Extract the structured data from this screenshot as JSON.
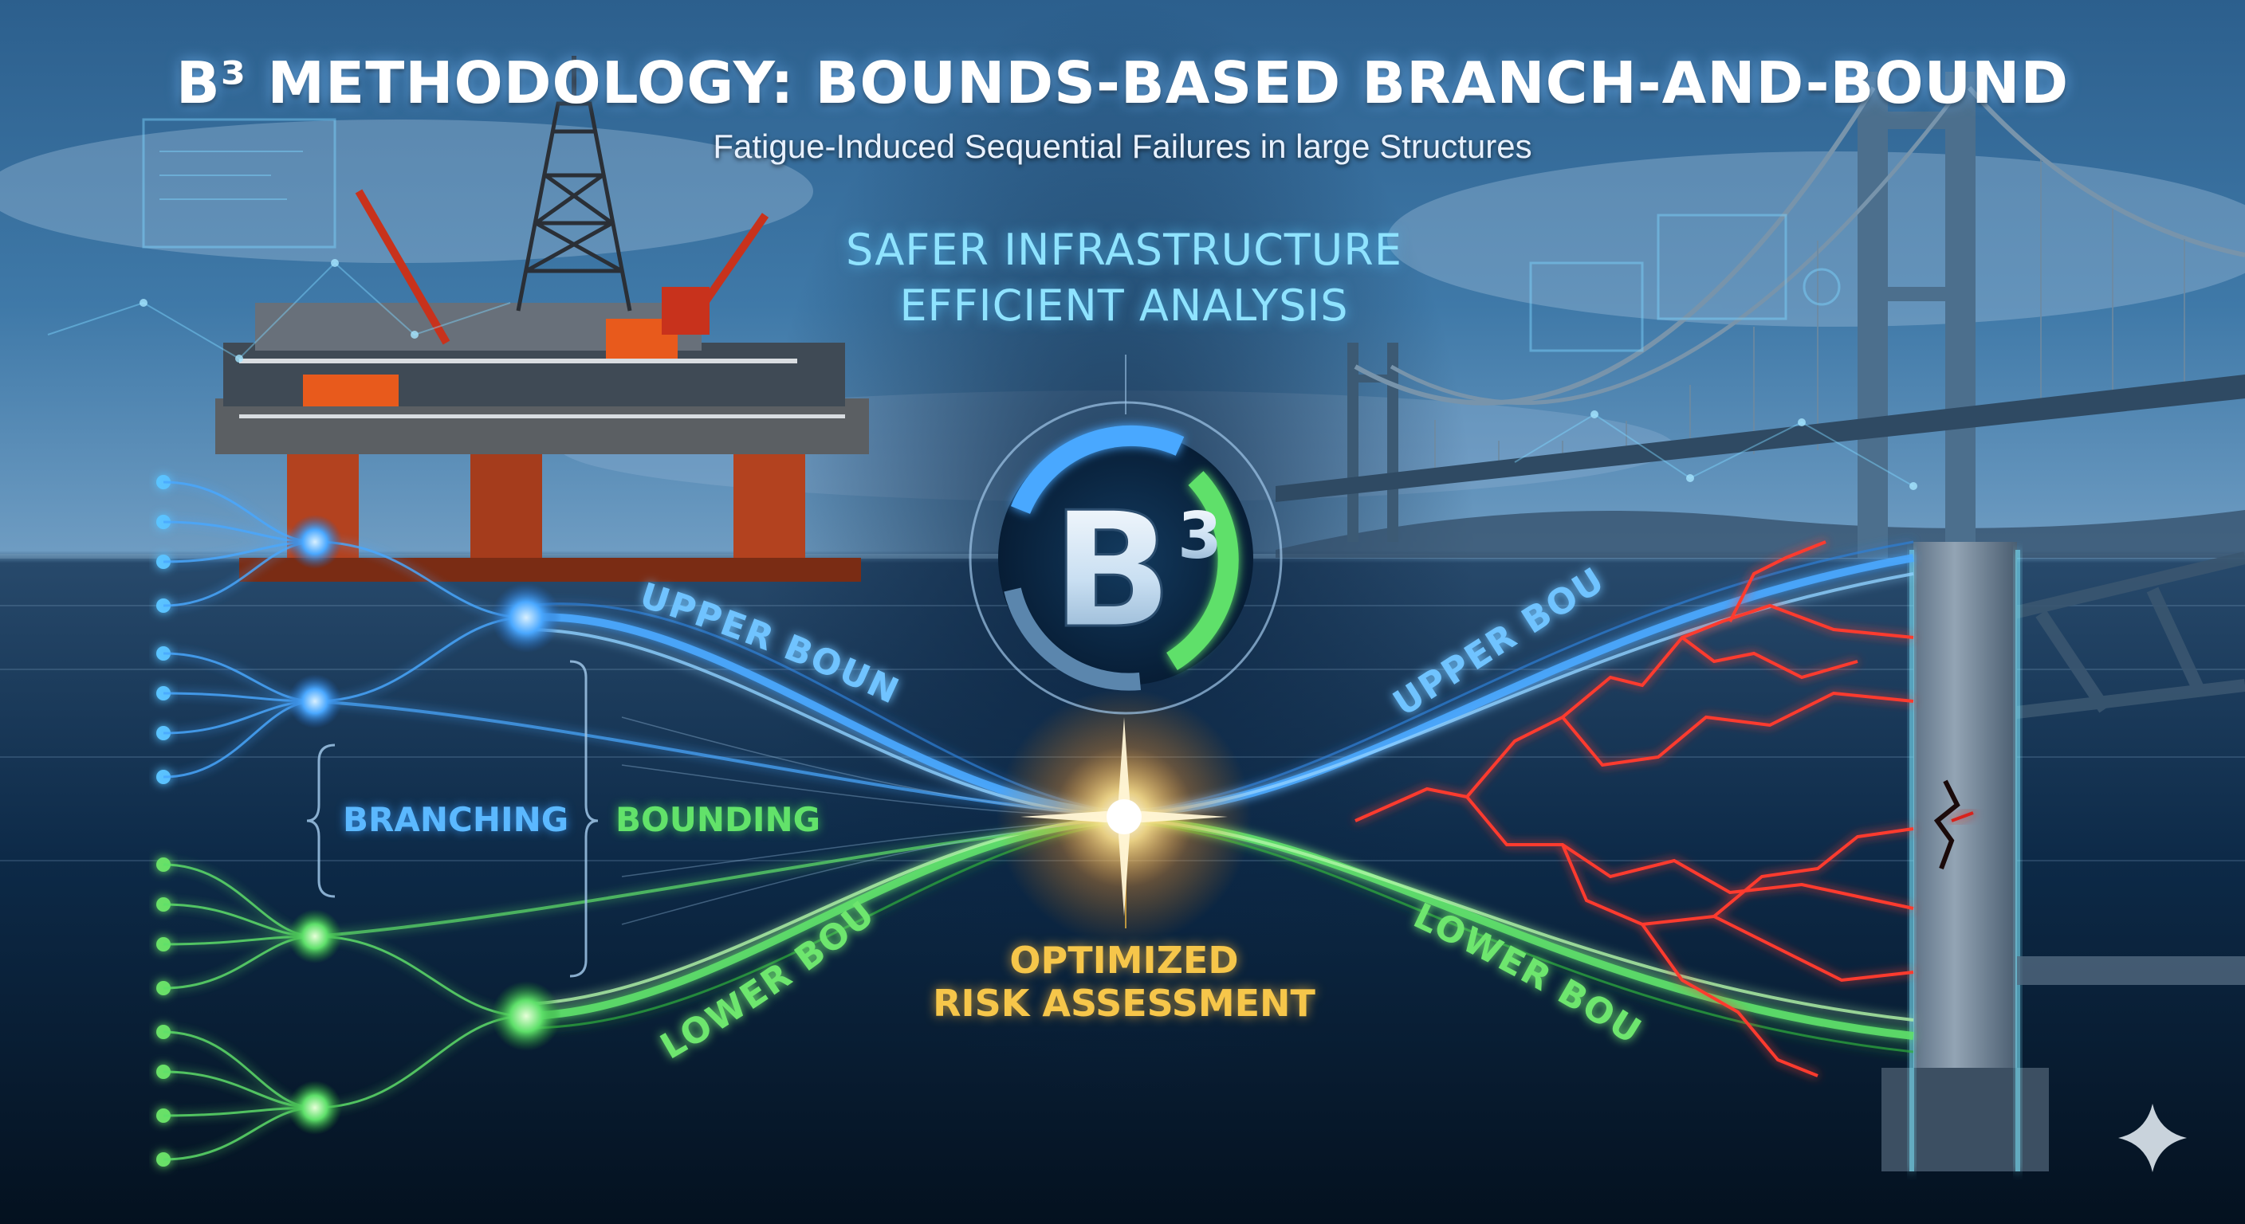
{
  "header": {
    "title": "B³ METHODOLOGY: BOUNDS-BASED BRANCH-AND-BOUND",
    "subtitle": "Fatigue-Induced Sequential Failures in large Structures"
  },
  "tagline": {
    "line1": "SAFER INFRASTRUCTURE",
    "line2": "EFFICIENT ANALYSIS"
  },
  "logo": {
    "letter": "B",
    "superscript": "3",
    "ring_colors": [
      "#4aa8ff",
      "#5ee06a",
      "#9fc6e8"
    ]
  },
  "labels": {
    "left_upper_bound": "UPPER BOUND",
    "left_lower_bound": "LOWER BOUND",
    "right_upper_bound": "UPPER BOUND",
    "right_lower_bound": "LOWER BOUND",
    "branching": "BRANCHING",
    "bounding": "BOUNDING",
    "optimized_line1": "OPTIMIZED",
    "optimized_line2": "RISK ASSESSMENT"
  },
  "palette": {
    "upper_bound": "#4aa8ff",
    "lower_bound": "#5ee06a",
    "convergence": "#ffd35a",
    "fracture": "#ff3a2e",
    "tagline": "#8fe3ff",
    "optimized": "#f6c64a"
  },
  "illustrations": {
    "left": "offshore-oil-platform",
    "right": "suspension-bridge",
    "corner": "sparkle-icon"
  }
}
